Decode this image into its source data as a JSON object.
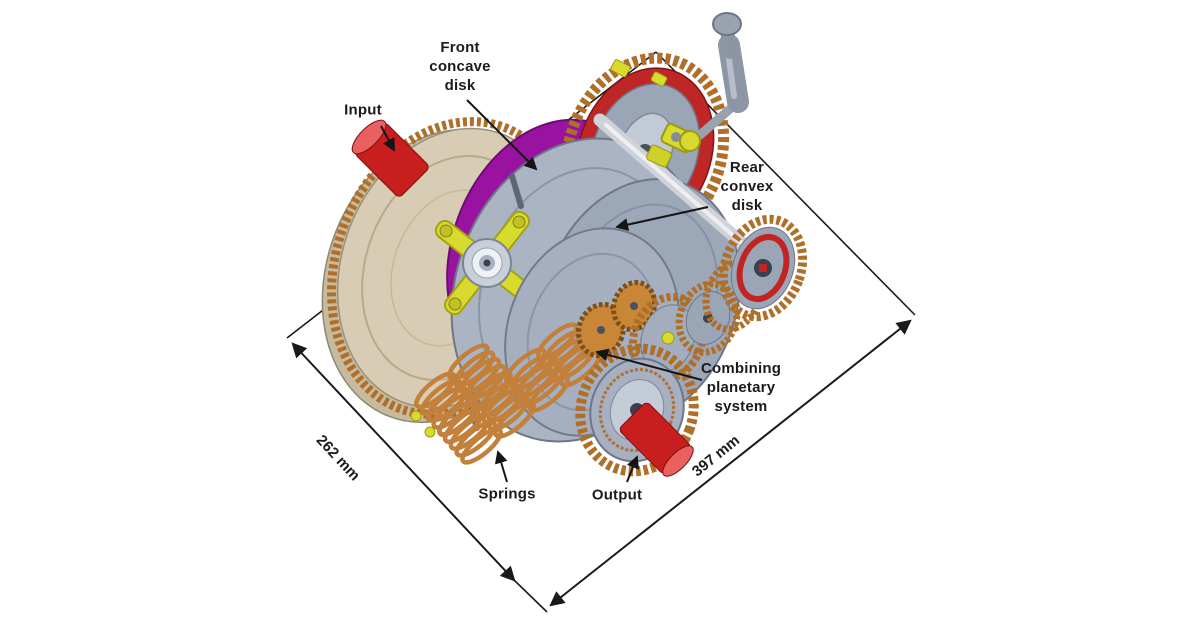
{
  "figure": {
    "kind": "cad-assembly-annotated-diagram",
    "labels": {
      "input": "Input",
      "front_concave_disk": "Front\nconcave\ndisk",
      "rear_convex_disk": "Rear\nconvex\ndisk",
      "combining_planetary_system": "Combining\nplanetary\nsystem",
      "springs": "Springs",
      "output": "Output"
    },
    "dimensions": {
      "d262": "262 mm",
      "d397": "397 mm"
    },
    "colors": {
      "shaft_red": "#c81e1e",
      "front_disk_tan": "#d8cdb4",
      "concave_disk_purple": "#9912a0",
      "housing_gray": "#aab4c3",
      "rear_disk_gray": "#9ca7b8",
      "gear_copper": "#b06f28",
      "bracket_yellow": "#d9da2e",
      "spring_copper": "#c2803a",
      "annotation": "#1a1a1a"
    }
  }
}
